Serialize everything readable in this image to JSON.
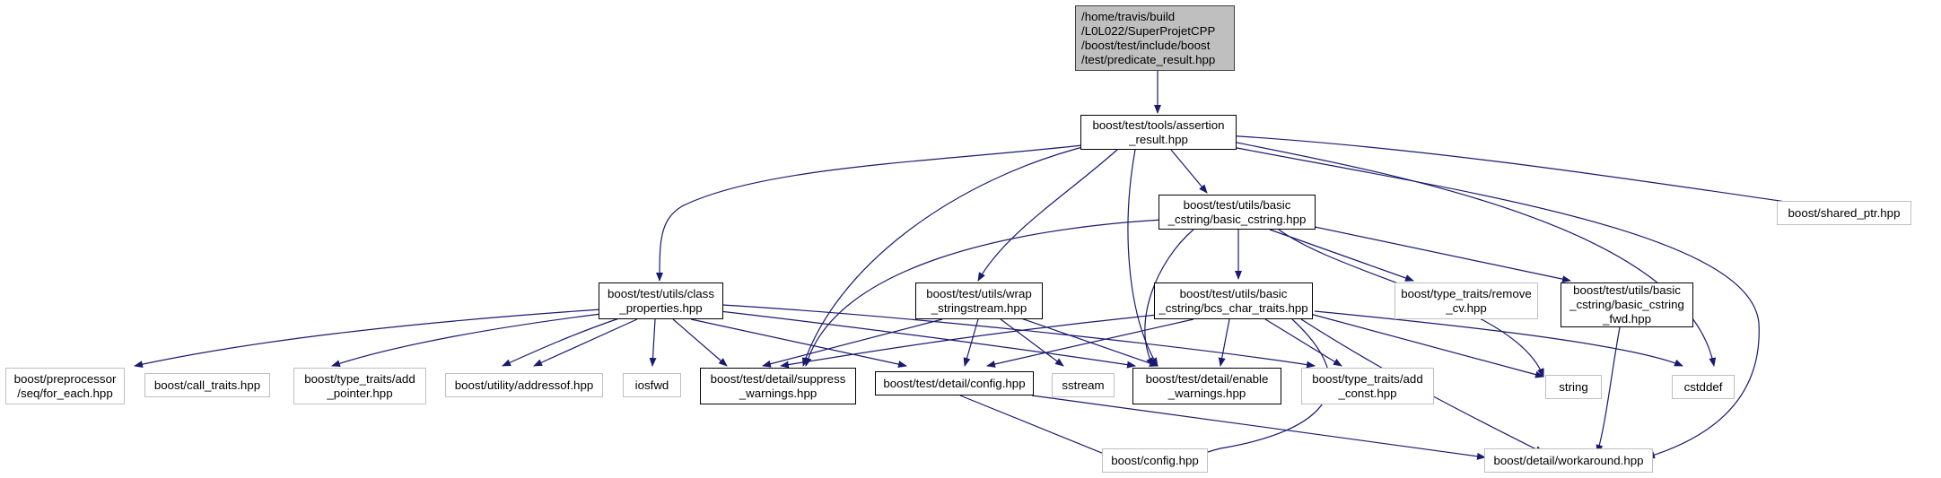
{
  "colors": {
    "edge": "#191970",
    "root_fill": "#bfbfbf",
    "primary_border": "#000000",
    "external_border": "#bfbfbf"
  },
  "nodes": [
    {
      "id": "root",
      "kind": "root",
      "lines": [
        "/home/travis/build",
        "/L0L022/SuperProjetCPP",
        "/boost/test/include/boost",
        "/test/predicate_result.hpp"
      ]
    },
    {
      "id": "assertion",
      "kind": "primary",
      "lines": [
        "boost/test/tools/assertion",
        "_result.hpp"
      ]
    },
    {
      "id": "shared_ptr",
      "kind": "external",
      "lines": [
        "boost/shared_ptr.hpp"
      ]
    },
    {
      "id": "basic_cstring",
      "kind": "primary",
      "lines": [
        "boost/test/utils/basic",
        "_cstring/basic_cstring.hpp"
      ]
    },
    {
      "id": "class_props",
      "kind": "primary",
      "lines": [
        "boost/test/utils/class",
        "_properties.hpp"
      ]
    },
    {
      "id": "wrap_ss",
      "kind": "primary",
      "lines": [
        "boost/test/utils/wrap",
        "_stringstream.hpp"
      ]
    },
    {
      "id": "bcs_char",
      "kind": "primary",
      "lines": [
        "boost/test/utils/basic",
        "_cstring/bcs_char_traits.hpp"
      ]
    },
    {
      "id": "remove_cv",
      "kind": "external",
      "lines": [
        "boost/type_traits/remove",
        "_cv.hpp"
      ]
    },
    {
      "id": "bcs_fwd",
      "kind": "primary",
      "lines": [
        "boost/test/utils/basic",
        "_cstring/basic_cstring",
        "_fwd.hpp"
      ]
    },
    {
      "id": "pp_foreach",
      "kind": "external",
      "lines": [
        "boost/preprocessor",
        "/seq/for_each.hpp"
      ]
    },
    {
      "id": "call_traits",
      "kind": "external",
      "lines": [
        "boost/call_traits.hpp"
      ]
    },
    {
      "id": "add_pointer",
      "kind": "external",
      "lines": [
        "boost/type_traits/add",
        "_pointer.hpp"
      ]
    },
    {
      "id": "addressof",
      "kind": "external",
      "lines": [
        "boost/utility/addressof.hpp"
      ]
    },
    {
      "id": "iosfwd",
      "kind": "external",
      "lines": [
        "iosfwd"
      ]
    },
    {
      "id": "suppress",
      "kind": "primary",
      "lines": [
        "boost/test/detail/suppress",
        "_warnings.hpp"
      ]
    },
    {
      "id": "tconfig",
      "kind": "primary",
      "lines": [
        "boost/test/detail/config.hpp"
      ]
    },
    {
      "id": "sstream",
      "kind": "external",
      "lines": [
        "sstream"
      ]
    },
    {
      "id": "enable",
      "kind": "primary",
      "lines": [
        "boost/test/detail/enable",
        "_warnings.hpp"
      ]
    },
    {
      "id": "add_const",
      "kind": "external",
      "lines": [
        "boost/type_traits/add",
        "_const.hpp"
      ]
    },
    {
      "id": "string",
      "kind": "external",
      "lines": [
        "string"
      ]
    },
    {
      "id": "cstddef",
      "kind": "external",
      "lines": [
        "cstddef"
      ]
    },
    {
      "id": "bconfig",
      "kind": "external",
      "lines": [
        "boost/config.hpp"
      ]
    },
    {
      "id": "workaround",
      "kind": "external",
      "lines": [
        "boost/detail/workaround.hpp"
      ]
    }
  ]
}
